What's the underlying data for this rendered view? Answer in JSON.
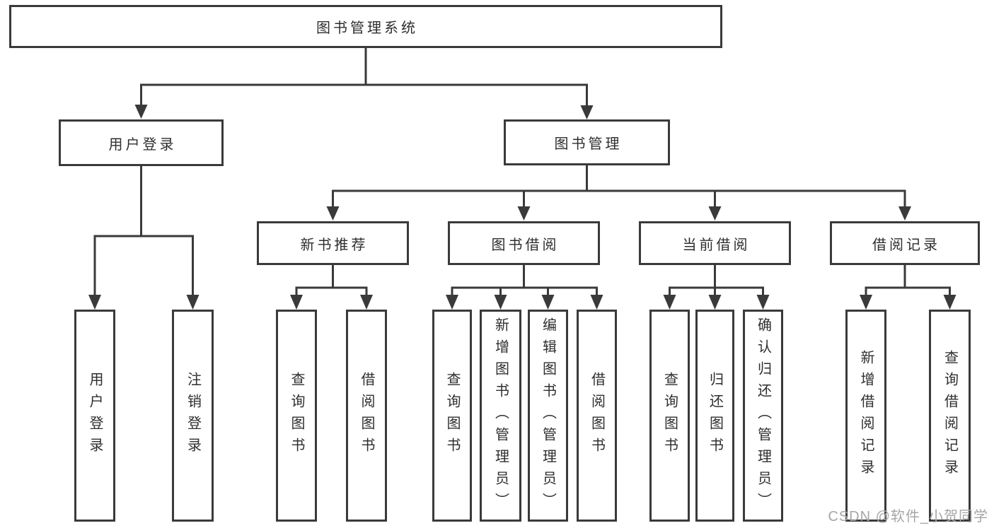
{
  "diagram": {
    "title": "图书管理系统",
    "root": {
      "label": "图书管理系统"
    },
    "branches": [
      {
        "label": "用户登录",
        "children": [
          {
            "label": "用户登录"
          },
          {
            "label": "注销登录"
          }
        ]
      },
      {
        "label": "图书管理",
        "children": [
          {
            "label": "新书推荐",
            "children": [
              {
                "label": "查询图书"
              },
              {
                "label": "借阅图书"
              }
            ]
          },
          {
            "label": "图书借阅",
            "children": [
              {
                "label": "查询图书"
              },
              {
                "label": "新增图书（管理员）"
              },
              {
                "label": "编辑图书（管理员）"
              },
              {
                "label": "借阅图书"
              }
            ]
          },
          {
            "label": "当前借阅",
            "children": [
              {
                "label": "查询图书"
              },
              {
                "label": "归还图书"
              },
              {
                "label": "确认归还（管理员）"
              }
            ]
          },
          {
            "label": "借阅记录",
            "children": [
              {
                "label": "新增借阅记录"
              },
              {
                "label": "查询借阅记录"
              }
            ]
          }
        ]
      }
    ]
  },
  "watermark": "CSDN @软件_小贺同学",
  "colors": {
    "line": "#3a3a3a",
    "text": "#2e2e2e",
    "box_background": "#ffffff",
    "watermark": "#a6a6a6"
  }
}
